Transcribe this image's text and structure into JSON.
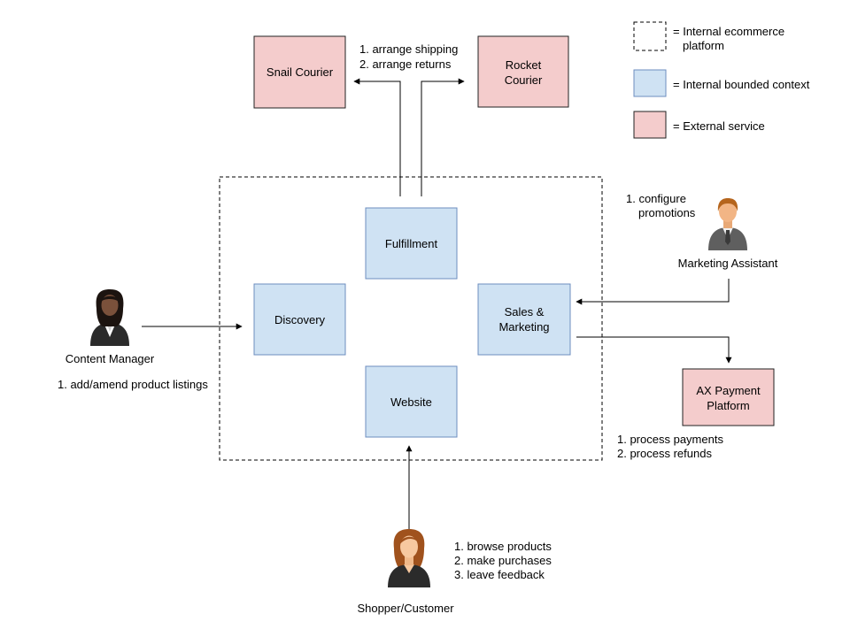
{
  "colors": {
    "internal_fill": "#cfe2f3",
    "internal_stroke": "#6c8ebf",
    "external_fill": "#f4cccc",
    "external_stroke": "#222222",
    "line": "#000000"
  },
  "legend": {
    "platform_line1": "= Internal ecommerce",
    "platform_line2": "platform",
    "context": "= Internal bounded context",
    "external": "= External service"
  },
  "external_services": {
    "snail": "Snail Courier",
    "rocket_line1": "Rocket",
    "rocket_line2": "Courier",
    "ax_line1": "AX Payment",
    "ax_line2": "Platform"
  },
  "contexts": {
    "fulfillment": "Fulfillment",
    "discovery": "Discovery",
    "sales_line1": "Sales &",
    "sales_line2": "Marketing",
    "website": "Website"
  },
  "actors": {
    "content_manager": "Content Manager",
    "marketing_assistant": "Marketing Assistant",
    "shopper": "Shopper/Customer"
  },
  "notes": {
    "shipping": [
      "1. arrange shipping",
      "2. arrange returns"
    ],
    "promotions": [
      "1. configure",
      "promotions"
    ],
    "content": [
      "1. add/amend product listings"
    ],
    "payments": [
      "1. process payments",
      "2. process refunds"
    ],
    "shopper": [
      "1. browse products",
      "2. make purchases",
      "3. leave feedback"
    ]
  },
  "icons": {
    "content_manager": "businesswoman-avatar-icon",
    "marketing_assistant": "businessman-avatar-icon",
    "shopper": "woman-avatar-icon"
  }
}
